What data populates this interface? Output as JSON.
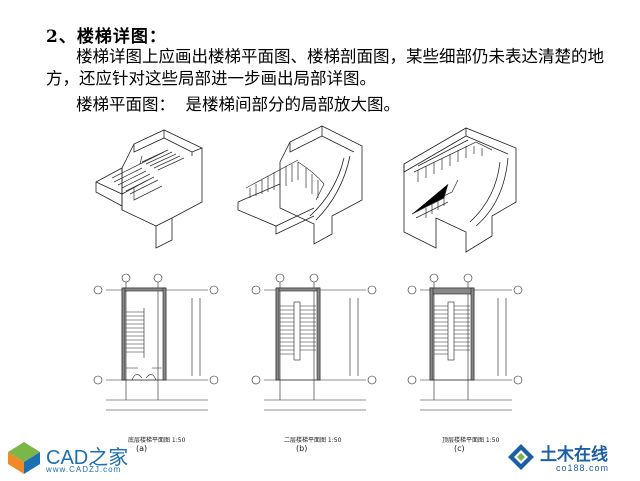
{
  "heading": {
    "number": "2",
    "title": "、楼梯详图："
  },
  "paragraphs": {
    "p1": "楼梯详图上应画出楼梯平面图、楼梯剖面图，某些细部仍未表达清楚的地方，还应针对这些局部进一步画出局部详图。",
    "p2_label": "楼梯平面图：",
    "p2_text": "是楼梯间部分的局部放大图。"
  },
  "plans": [
    {
      "caption": "底层楼梯平面图 1:50",
      "letter": "(a)"
    },
    {
      "caption": "二层楼梯平面图 1:50",
      "letter": "(b)"
    },
    {
      "caption": "顶层楼梯平面图 1:50",
      "letter": "(c)"
    }
  ],
  "logos": {
    "left_brand": "CAD之家",
    "left_url": "www.CADZJ.com",
    "right_brand": "土木在线",
    "right_url": "co188.com"
  },
  "colors": {
    "logo_blue": "#1a6fb5",
    "logo_green": "#7ab648",
    "logo_orange": "#f08a24"
  }
}
